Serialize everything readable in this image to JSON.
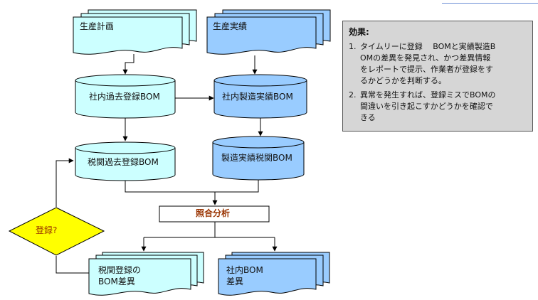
{
  "nodes": {
    "production_plan": "生産計画",
    "production_actual": "生産実績",
    "internal_past_bom": "社内過去登録BOM",
    "internal_mfg_bom": "社内製造実績BOM",
    "customs_past_bom": "税関過去登録BOM",
    "mfg_customs_bom": "製造実績税関BOM",
    "analysis": "照合分析",
    "decision": "登録?",
    "customs_bom_diff_line1": "税関登録の",
    "customs_bom_diff_line2": "BOM差異",
    "internal_bom_diff_line1": "社内BOM",
    "internal_bom_diff_line2": "差異"
  },
  "effects": {
    "title": "効果:",
    "items": [
      {
        "num": "1.",
        "text": "タイムリーに登録　 BOMと実績製造B\nOMの差異を発見され、かつ差異情報\nをレポートで提示、作業者が登録をす\nるかどうかを判断する。"
      },
      {
        "num": "2.",
        "text": "異常を発生すれば、登録ミスでBOMの\n間違いを引き起こすかどうかを確認で\nきる"
      }
    ]
  },
  "colors": {
    "light_fill": "#ccffff",
    "blue_fill": "#99ccff",
    "decision_fill": "#ffff00",
    "analysis_text": "#993300",
    "note_fill": "#d6d6d6"
  }
}
